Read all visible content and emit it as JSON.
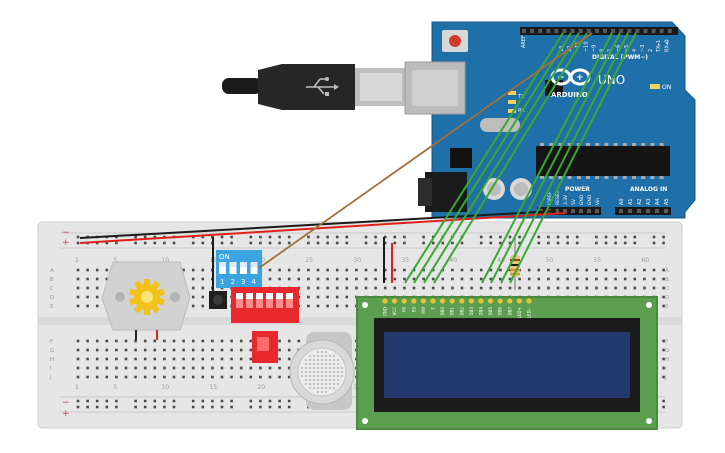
{
  "arduino": {
    "logo_text": "ARDUINO",
    "model": "UNO",
    "on_label": "ON",
    "digital_label": "DIGITAL (PWM~)",
    "power_label": "POWER",
    "analog_label": "ANALOG IN",
    "tx_label": "TX",
    "rx_label": "RX",
    "aref_label": "AREF",
    "digital_pins": [
      "13",
      "12",
      "~11",
      "~10",
      "~9",
      "8",
      "7",
      "~6",
      "~5",
      "4",
      "~3",
      "2",
      "TX▸1",
      "RX◂0"
    ],
    "power_pins": [
      "IOREF",
      "RESET",
      "3.3V",
      "5V",
      "GND",
      "GND",
      "Vin"
    ],
    "analog_pins": [
      "A0",
      "A1",
      "A2",
      "A3",
      "A4",
      "A5"
    ]
  },
  "dip_switch": {
    "on_label": "ON",
    "numbers": [
      "1",
      "2",
      "3",
      "4"
    ]
  },
  "breadboard": {
    "col_numbers": [
      "1",
      "5",
      "10",
      "15",
      "20",
      "25",
      "30",
      "35",
      "40",
      "45",
      "50",
      "55",
      "60"
    ],
    "row_letters_top": [
      "A",
      "B",
      "C",
      "D",
      "E"
    ],
    "row_letters_bottom": [
      "F",
      "G",
      "H",
      "I",
      "J"
    ],
    "rail_plus": "+",
    "rail_minus": "−"
  },
  "lcd": {
    "pin_labels": [
      "GND",
      "VCC",
      "V0",
      "RS",
      "RW",
      "E",
      "DB0",
      "DB1",
      "DB2",
      "DB3",
      "DB4",
      "DB5",
      "DB6",
      "DB7",
      "LED+",
      "LED−"
    ]
  },
  "colors": {
    "arduino_blue": "#1f6fa8",
    "wire_green": "#3aa832",
    "wire_brown": "#a0703c",
    "wire_red": "#e0201c",
    "wire_black": "#1a1a1a",
    "lcd_green": "#5c9e4f",
    "lcd_screen": "#243a6e",
    "dip_red": "#e8282c"
  }
}
